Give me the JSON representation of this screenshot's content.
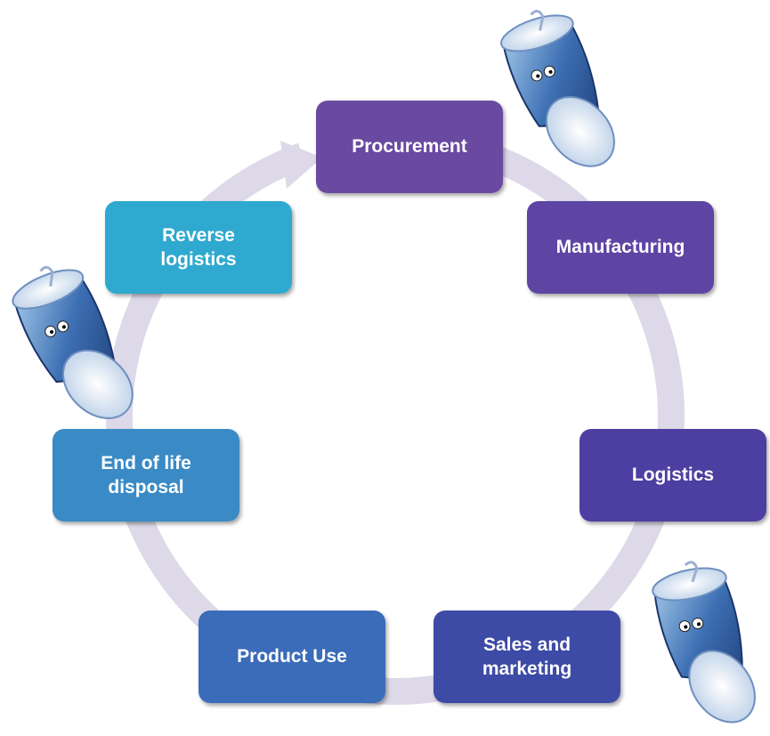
{
  "diagram": {
    "stages": [
      {
        "id": "procurement",
        "label": "Procurement",
        "color": "#6a4aa0"
      },
      {
        "id": "manufacturing",
        "label": "Manufacturing",
        "color": "#5e45a3"
      },
      {
        "id": "logistics",
        "label": "Logistics",
        "color": "#4d3fa2"
      },
      {
        "id": "sales",
        "label": "Sales and\nmarketing",
        "color": "#3d4aa6"
      },
      {
        "id": "product_use",
        "label": "Product Use",
        "color": "#3a6cb9"
      },
      {
        "id": "end_of_life",
        "label": "End of life\ndisposal",
        "color": "#3a8ac6"
      },
      {
        "id": "reverse",
        "label": "Reverse\nlogistics",
        "color": "#2fa9cf"
      }
    ],
    "cycle_color": "#d9d6e6",
    "illustration": "crushed-can-icon"
  }
}
